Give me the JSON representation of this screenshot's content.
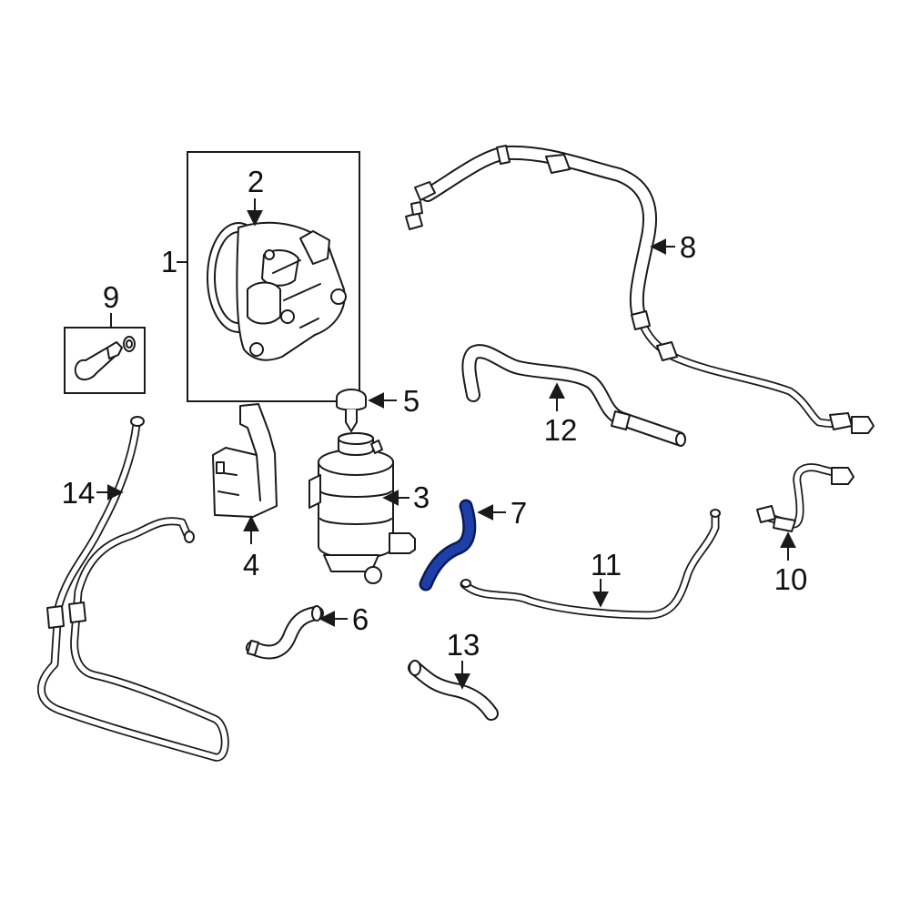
{
  "callouts": [
    {
      "id": "1",
      "label": "1"
    },
    {
      "id": "2",
      "label": "2"
    },
    {
      "id": "3",
      "label": "3"
    },
    {
      "id": "4",
      "label": "4"
    },
    {
      "id": "5",
      "label": "5"
    },
    {
      "id": "6",
      "label": "6"
    },
    {
      "id": "7",
      "label": "7"
    },
    {
      "id": "8",
      "label": "8"
    },
    {
      "id": "9",
      "label": "9"
    },
    {
      "id": "10",
      "label": "10"
    },
    {
      "id": "11",
      "label": "11"
    },
    {
      "id": "12",
      "label": "12"
    },
    {
      "id": "13",
      "label": "13"
    },
    {
      "id": "14",
      "label": "14"
    }
  ],
  "highlight": {
    "part": "7",
    "color": "#1f3fa8"
  },
  "line_color": "#1a1a1a"
}
